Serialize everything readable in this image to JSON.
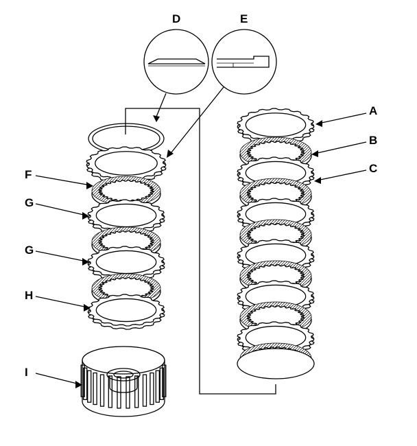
{
  "labels": {
    "A": "A",
    "B": "B",
    "C": "C",
    "D": "D",
    "E": "E",
    "F": "F",
    "G1": "G",
    "G2": "G",
    "H": "H",
    "I": "I"
  }
}
